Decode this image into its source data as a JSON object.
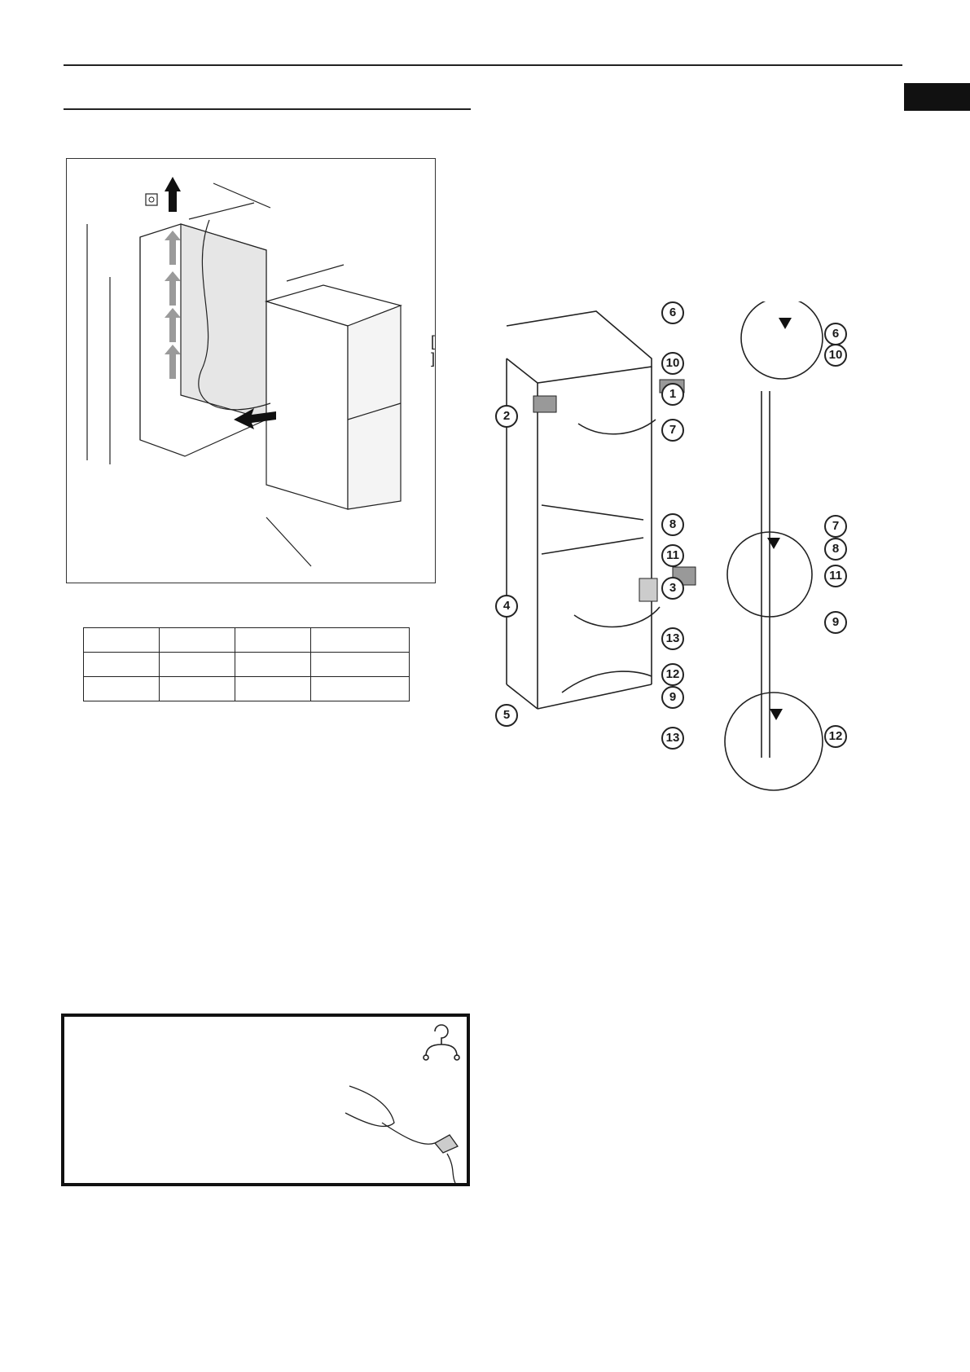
{
  "document": {
    "figure_bracket": "[      ]",
    "dimension_table": {
      "rows": [
        [
          "",
          "",
          "",
          ""
        ],
        [
          "",
          "",
          "",
          ""
        ],
        [
          "",
          "",
          "",
          ""
        ]
      ]
    },
    "callouts": [
      "1",
      "2",
      "3",
      "4",
      "5",
      "6",
      "7",
      "8",
      "9",
      "10",
      "11",
      "12",
      "13"
    ]
  },
  "icons": {
    "lang_tab": "language-tab",
    "safety": "electrical-safety-icon",
    "plug": "unplug-hand-illustration"
  }
}
